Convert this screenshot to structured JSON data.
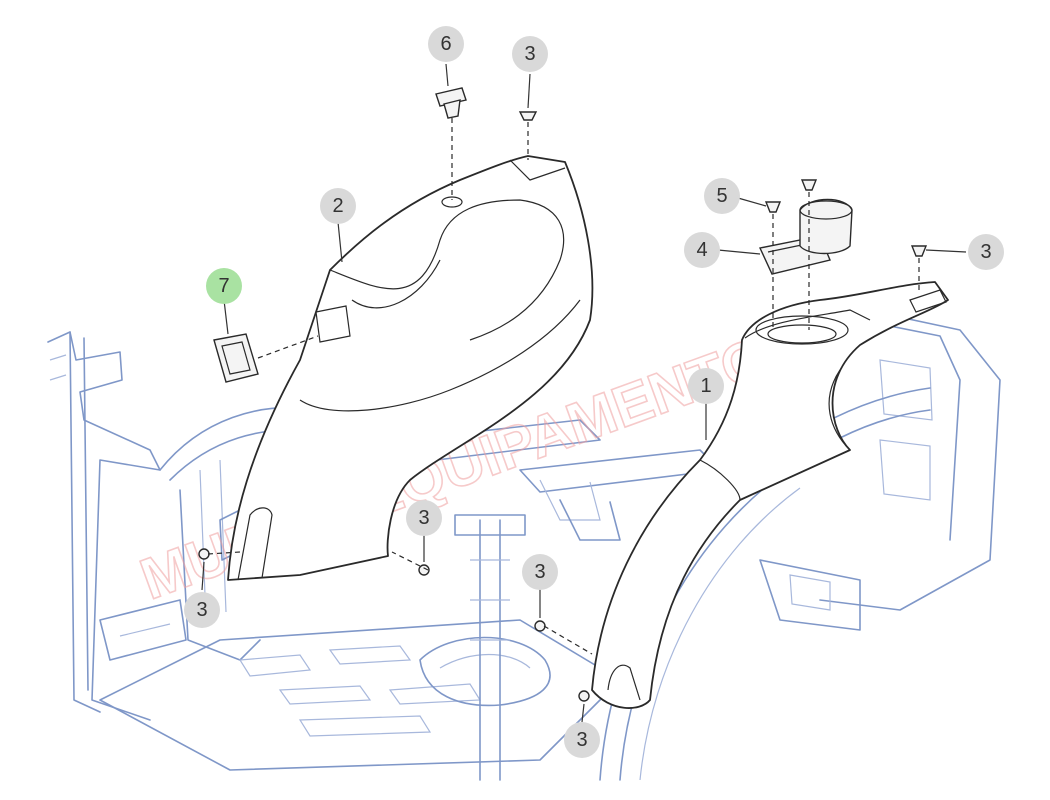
{
  "callouts": {
    "part_1": "1",
    "part_2": "2",
    "part_3": "3",
    "part_4": "4",
    "part_5": "5",
    "part_6": "6",
    "part_7": "7"
  },
  "watermark": {
    "text": "MUNDO EQUIPAMENTOS"
  },
  "colors": {
    "callout_fill": "#d9d9d9",
    "callout_highlight": "#a9e2a2",
    "frame_lines": "#7f97c8",
    "panel_lines": "#2a2a2a",
    "watermark": "#f0a0a0"
  }
}
